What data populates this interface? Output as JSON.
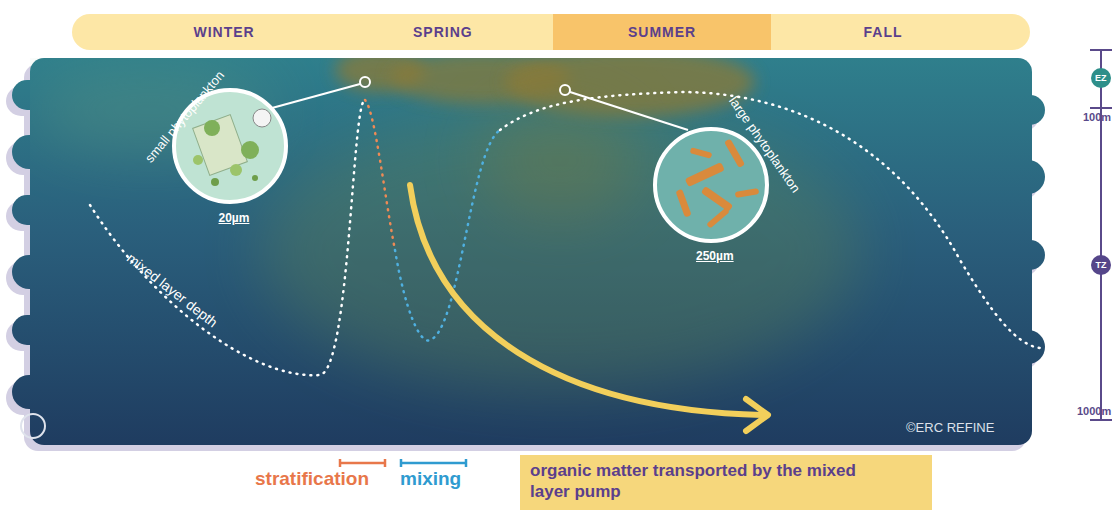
{
  "diagram": {
    "nodes": [
      {
        "text": [
          "WINTER"
        ]
      },
      {
        "text": [
          "SPRING"
        ]
      },
      {
        "text": [
          "SUMMER"
        ]
      },
      {
        "text": [
          "FALL"
        ]
      },
      {
        "text": [
          "small phytoplankton",
          "20µm"
        ]
      },
      {
        "text": [
          "large phytoplankton",
          "250µm"
        ]
      },
      {
        "text": [
          "EZ"
        ]
      },
      {
        "text": [
          "TZ"
        ]
      }
    ],
    "labels": [
      "mixed layer depth",
      "100m",
      "1000m",
      "©ERC REFINE"
    ],
    "legend": [
      {
        "text": "stratification"
      },
      {
        "text": "mixing"
      },
      {
        "text": "organic matter transported by the mixed layer pump",
        "color": "#f6d77c"
      }
    ]
  }
}
